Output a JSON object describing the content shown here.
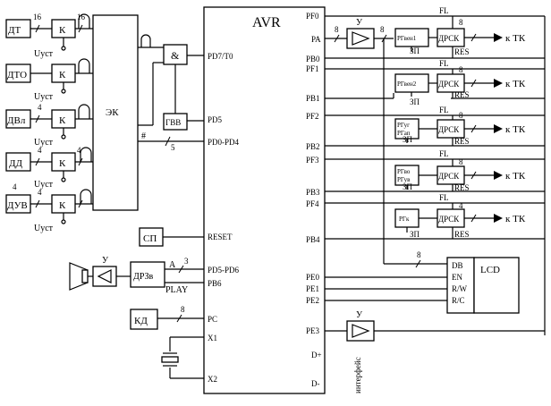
{
  "mcu": {
    "title": "AVR"
  },
  "left_sensors": {
    "rows": [
      {
        "sensor": "ДТ",
        "bus_in": "16",
        "bus_out": "16"
      },
      {
        "sensor": "ДТО",
        "bus_in": "",
        "bus_out": ""
      },
      {
        "sensor": "ДВл",
        "bus_in": "",
        "bus_out": "4"
      },
      {
        "sensor": "ДД",
        "bus_in": "4",
        "bus_out": "4"
      },
      {
        "sensor": "ДУВ",
        "bus_in": "4",
        "bus_out": "4"
      }
    ],
    "comparator_label": "К",
    "uset_label": "Uуст",
    "ek_label": "ЭК"
  },
  "logic": {
    "and_label": "&",
    "gen_label": "ГВВ",
    "bus_hash": "#",
    "bus_width": "5"
  },
  "left_blocks": {
    "sp": "СП",
    "amp": "У",
    "drzv": "ДРЗв",
    "drzv_a": "A",
    "drzv_play": "PLAY",
    "bus3": "3",
    "kd": "КД",
    "bus8": "8"
  },
  "avr_pins_left": {
    "pd7": "PD7/T0",
    "pd5": "PD5",
    "pd04": "PD0-PD4",
    "reset": "RESET",
    "pd56": "PD5-PD6",
    "pb6": "PB6",
    "pc": "PC",
    "x1": "X1",
    "x2": "X2"
  },
  "avr_pins_right": {
    "pf0": "PF0",
    "pa": "PA",
    "pb0": "PB0",
    "pf1": "PF1",
    "pb1": "PB1",
    "pf2": "PF2",
    "pb2": "PB2",
    "pf3": "PF3",
    "pb3": "PB3",
    "pf4": "PF4",
    "pb4": "PB4",
    "pe0": "PE0",
    "pe1": "PE1",
    "pe2": "PE2",
    "pe3": "PE3",
    "dplus": "D+",
    "dminus": "D-"
  },
  "right_channels": {
    "amp": "У",
    "bus8": "8",
    "fl": "FL",
    "res": "RES",
    "zp": "ЗП",
    "drsk": "ДРСК",
    "out": "к ТК",
    "reg1": "РГвен1",
    "reg2": "РГвен2",
    "reg3a": "РГуг",
    "reg3b": "РГап",
    "reg4a": "РГво",
    "reg4b": "РГув",
    "reg5": "РГк",
    "bus4": "4"
  },
  "lcd": {
    "db": "DB",
    "en": "EN",
    "rw": "R/W",
    "rc": "R/C",
    "title": "LCD"
  },
  "bottom": {
    "amp": "У",
    "iface": "интерфейс"
  }
}
